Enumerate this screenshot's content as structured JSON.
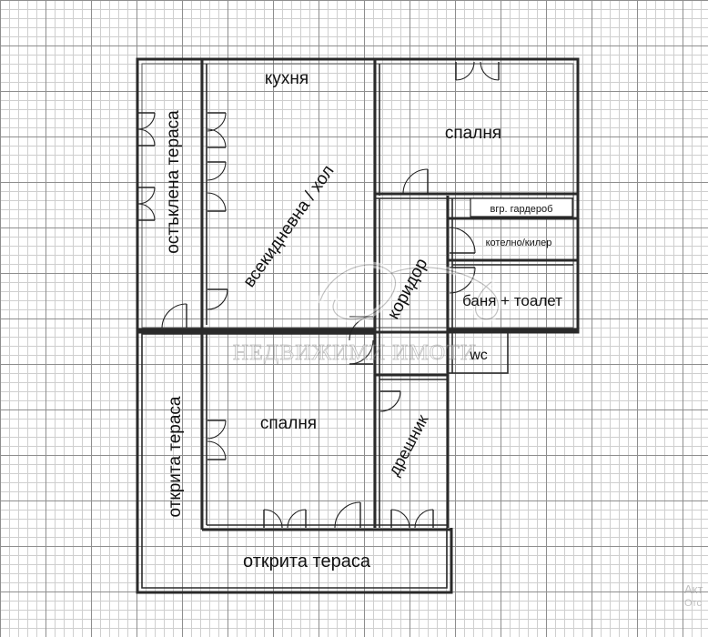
{
  "plan": {
    "rooms": {
      "kitchen": "кухня",
      "bedroom_top": "спалня",
      "living": "всекидневна / хол",
      "glazed_terrace": "остъклена тераса",
      "wardrobe": "вгр. гардероб",
      "boiler": "котелно/килер",
      "bath": "баня + тоалет",
      "corridor": "коридор",
      "wc": "wc",
      "bedroom_bottom": "спалня",
      "closet": "дрешник",
      "open_terrace_side": "открита тераса",
      "open_terrace_bottom": "открита тераса"
    },
    "watermark": {
      "text": "НЕДВИЖИМИ ИМОТИ"
    },
    "corner_text": {
      "line1": "Акт",
      "line2": "Отс"
    }
  }
}
